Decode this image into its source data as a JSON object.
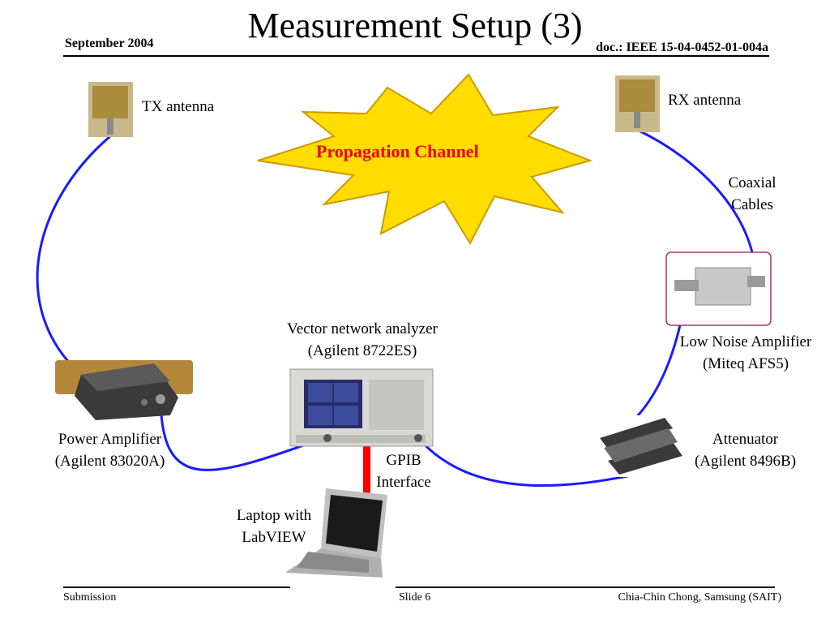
{
  "header": {
    "title": "Measurement Setup (3)",
    "date": "September 2004",
    "doc_id": "doc.: IEEE 15-04-0452-01-004a"
  },
  "diagram": {
    "channel_label": "Propagation Channel",
    "tx_antenna": "TX antenna",
    "rx_antenna": "RX antenna",
    "coax": [
      "Coaxial",
      "Cables"
    ],
    "vna": [
      "Vector network analyzer",
      "(Agilent 8722ES)"
    ],
    "power_amp": [
      "Power Amplifier",
      "(Agilent 83020A)"
    ],
    "lna": [
      "Low Noise Amplifier",
      "(Miteq AFS5)"
    ],
    "attenuator": [
      "Attenuator",
      "(Agilent 8496B)"
    ],
    "gpib": [
      "GPIB",
      "Interface"
    ],
    "laptop": [
      "Laptop with",
      "LabVIEW"
    ]
  },
  "colors": {
    "cable": "#1a1aff",
    "gpib": "#ff0000",
    "starburst_fill": "#ffdd00",
    "starburst_stroke": "#cc9900",
    "channel_text": "#ee0000",
    "lna_frame": "#b0306a"
  },
  "footer": {
    "left": "Submission",
    "center": "Slide 6",
    "right": "Chia-Chin Chong, Samsung (SAIT)"
  }
}
